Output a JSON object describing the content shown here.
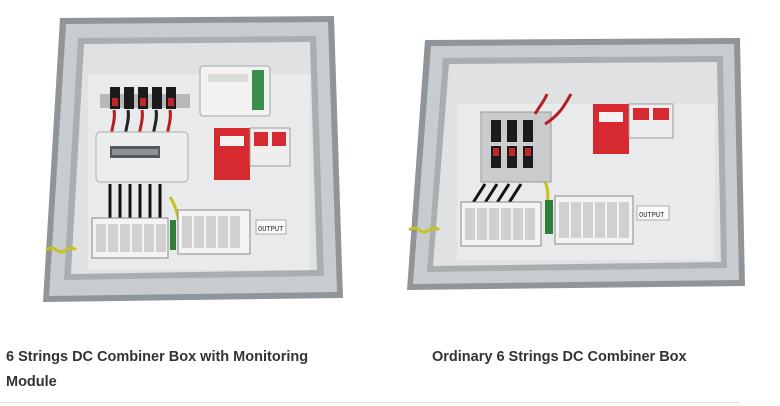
{
  "products": [
    {
      "caption": "6 Strings DC Combiner Box with Monitoring Module",
      "device_label": "OUTPUT"
    },
    {
      "caption": "Ordinary 6 Strings DC Combiner Box",
      "device_label": "OUTPUT"
    }
  ]
}
